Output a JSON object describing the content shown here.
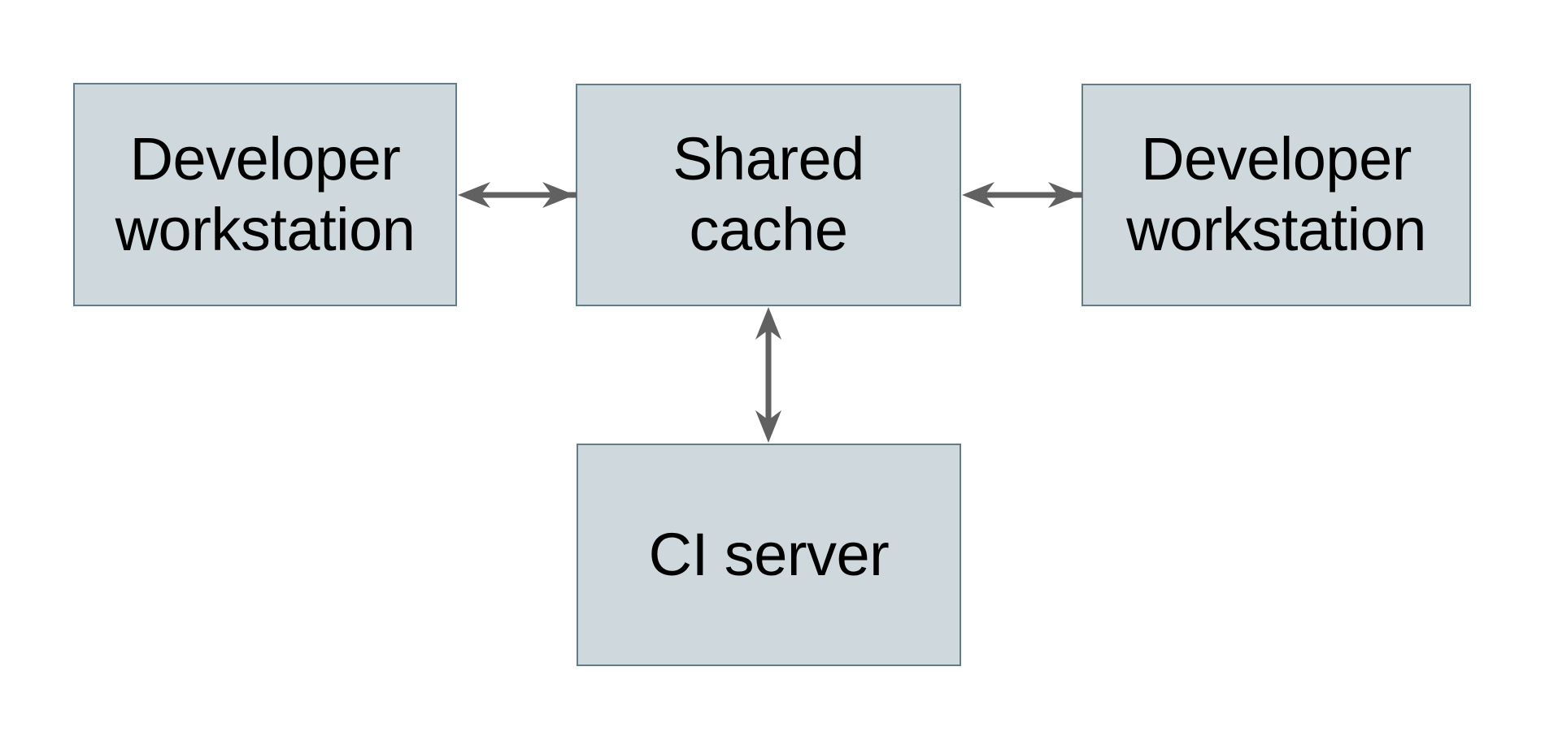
{
  "diagram": {
    "type": "architecture-diagram",
    "title": "",
    "nodes": [
      {
        "id": "developer-workstation-left",
        "label": "Developer\nworkstation"
      },
      {
        "id": "shared-cache",
        "label": "Shared\ncache"
      },
      {
        "id": "developer-workstation-right",
        "label": "Developer\nworkstation"
      },
      {
        "id": "ci-server",
        "label": "CI server"
      }
    ],
    "edges": [
      {
        "from": "developer-workstation-left",
        "to": "shared-cache",
        "direction": "bidirectional"
      },
      {
        "from": "shared-cache",
        "to": "developer-workstation-right",
        "direction": "bidirectional"
      },
      {
        "from": "shared-cache",
        "to": "ci-server",
        "direction": "bidirectional"
      }
    ],
    "colors": {
      "background": "#ffffff",
      "node_fill": "#cfd8dc",
      "node_border": "#607d8b",
      "arrow": "#616161",
      "text": "#000000"
    }
  }
}
